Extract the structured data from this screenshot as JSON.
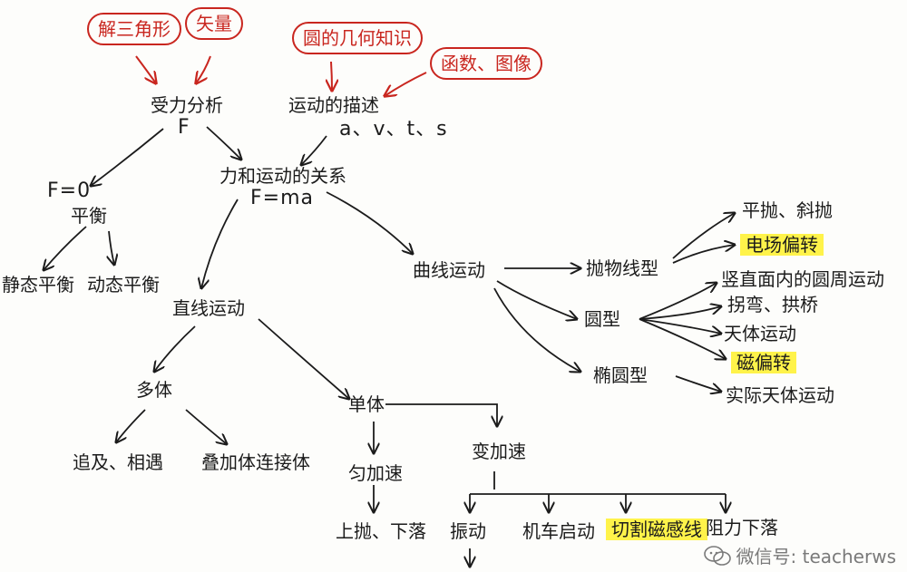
{
  "tips": {
    "jie_sanjiaoxing": "解三角形",
    "shiliang": "矢量",
    "yuan_jihe": "圆的几何知识",
    "hanshu_tuxiang": "函数、图像"
  },
  "nodes": {
    "shouli_fenxi": "受力分析",
    "f_symbol": "F",
    "yundong_miaoshu": "运动的描述",
    "avts": "a、v、t、s",
    "li_yundong": "力和运动的关系",
    "f_ma": "F=ma",
    "f_zero": "F=0",
    "pingheng": "平衡",
    "jingtai_pingheng": "静态平衡",
    "dongtai_pingheng": "动态平衡",
    "zhixian_yundong": "直线运动",
    "quxian_yundong": "曲线运动",
    "duoti": "多体",
    "danti": "单体",
    "zhuiji_xiangyu": "追及、相遇",
    "dieti_lianjieti": "叠加体连接体",
    "yunjiasu": "匀加速",
    "bianjiasu": "变加速",
    "shangpao_xialuo": "上抛、下落",
    "zhendong": "振动",
    "jiche_qidong": "机车启动",
    "qiege_cigan": "切割磁感线",
    "zuli_xialuo": "阻力下落",
    "paoti_xing": "抛物线型",
    "yuan_xing": "圆型",
    "tuoyuan_xing": "椭圆型",
    "pingpao_xiepao": "平抛、斜抛",
    "dianchang_pianzhuan": "电场偏转",
    "shuzhi_yuanzhou": "竖直面内的圆周运动",
    "guaiwan_gongqiao": "拐弯、拱桥",
    "tianti_yundong": "天体运动",
    "cipianzhuan": "磁偏转",
    "shiji_tianti": "实际天体运动"
  },
  "highlight_color": "#fff34a",
  "tip_color": "#c9261f",
  "watermark": "微信号: teacherws"
}
